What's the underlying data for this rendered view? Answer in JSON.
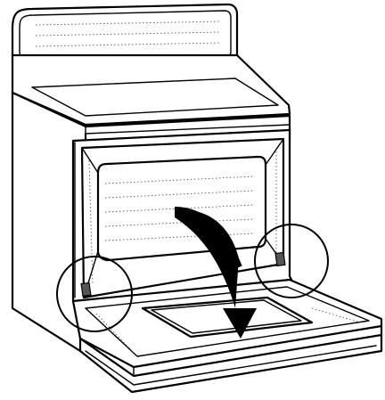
{
  "figure": {
    "subject": "range-oven-door-open",
    "colors": {
      "stroke": "#000000",
      "background": "#ffffff",
      "texture": "#555555",
      "tab_fill": "#555555"
    },
    "callouts": {
      "left_hinge_slot": "circle-highlight",
      "right_hinge_slot": "circle-highlight"
    },
    "arrow": {
      "meaning": "door-opens-downward",
      "icon": "curved-down-arrow"
    }
  }
}
